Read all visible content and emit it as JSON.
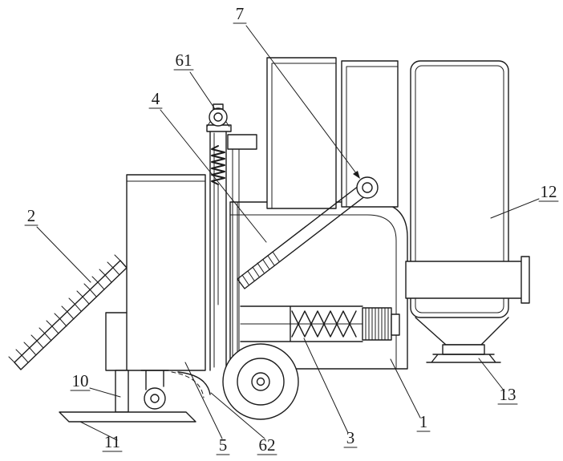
{
  "figure": {
    "labels": [
      {
        "id": "7",
        "text": "7"
      },
      {
        "id": "61",
        "text": "61"
      },
      {
        "id": "4",
        "text": "4"
      },
      {
        "id": "2",
        "text": "2"
      },
      {
        "id": "12",
        "text": "12"
      },
      {
        "id": "10",
        "text": "10"
      },
      {
        "id": "11",
        "text": "11"
      },
      {
        "id": "5",
        "text": "5"
      },
      {
        "id": "62",
        "text": "62"
      },
      {
        "id": "3",
        "text": "3"
      },
      {
        "id": "1",
        "text": "1"
      },
      {
        "id": "13",
        "text": "13"
      }
    ]
  },
  "colors": {
    "line": "#1c1c1c",
    "background": "#ffffff"
  }
}
